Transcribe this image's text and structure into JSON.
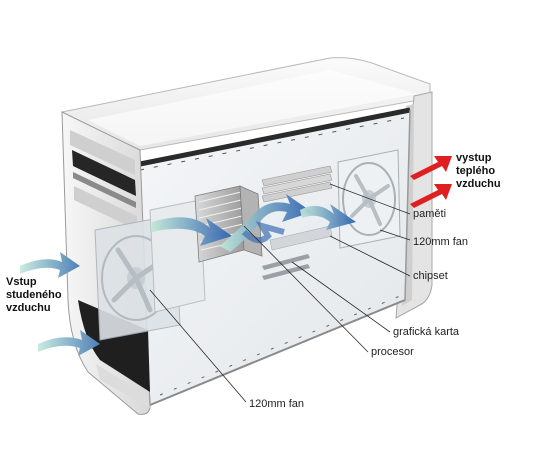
{
  "labels": {
    "intake": [
      "Vstup",
      "studeného",
      "vzduchu"
    ],
    "exhaust": [
      "vystup",
      "teplého",
      "vzduchu"
    ],
    "memory": "paměti",
    "fan_rear": "120mm fan",
    "chipset": "chipset",
    "graphics_card": "grafická karta",
    "processor": "procesor",
    "fan_front": "120mm fan"
  },
  "colors": {
    "intake_arrow": "#4f7fb8",
    "flow_arrow": "#3e6fb4",
    "exhaust_arrow": "#e02020",
    "case_body": "#eeeeee",
    "case_edge": "#9a9a9a",
    "case_dark": "#2a2a2a"
  }
}
